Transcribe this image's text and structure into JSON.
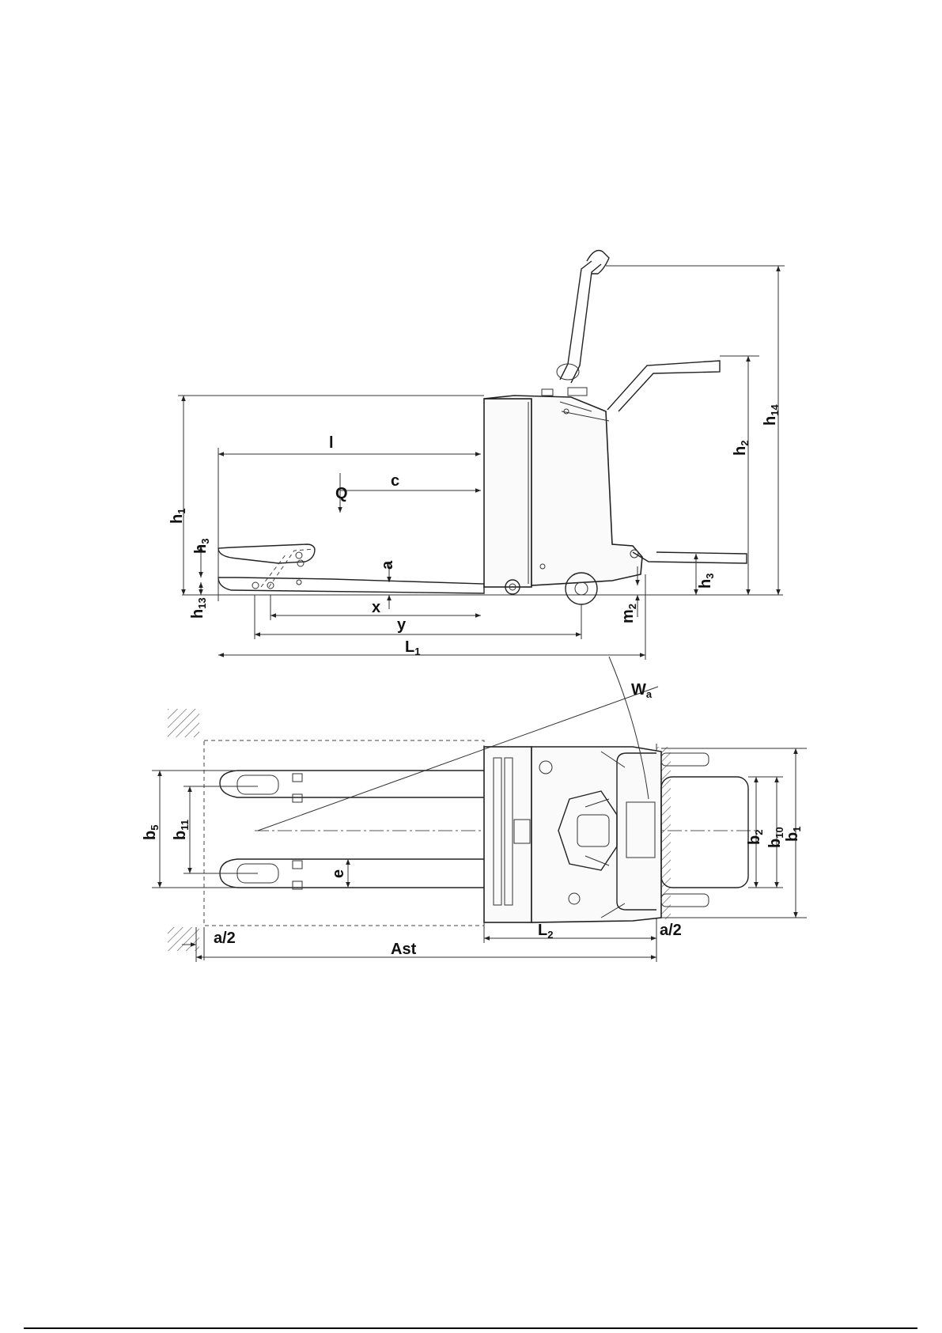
{
  "side_view": {
    "labels": {
      "l": "l",
      "c": "c",
      "Q": "Q",
      "h1": "h",
      "h1_sub": "1",
      "h3": "h",
      "h3_sub": "3",
      "h13": "h",
      "h13_sub": "13",
      "a": "a",
      "x": "x",
      "y": "y",
      "L1": "L",
      "L1_sub": "1",
      "m2": "m",
      "m2_sub": "2",
      "h3_right": "h",
      "h3_right_sub": "3",
      "h2": "h",
      "h2_sub": "2",
      "h14": "h",
      "h14_sub": "14"
    }
  },
  "top_view": {
    "labels": {
      "Wa": "W",
      "Wa_sub": "a",
      "b5": "b",
      "b5_sub": "5",
      "b11": "b",
      "b11_sub": "11",
      "e": "e",
      "b2": "b",
      "b2_sub": "2",
      "b10": "b",
      "b10_sub": "10",
      "b1": "b",
      "b1_sub": "1",
      "a_half_left": "a/2",
      "L2": "L",
      "L2_sub": "2",
      "a_half_right": "a/2",
      "Ast": "Ast"
    }
  }
}
